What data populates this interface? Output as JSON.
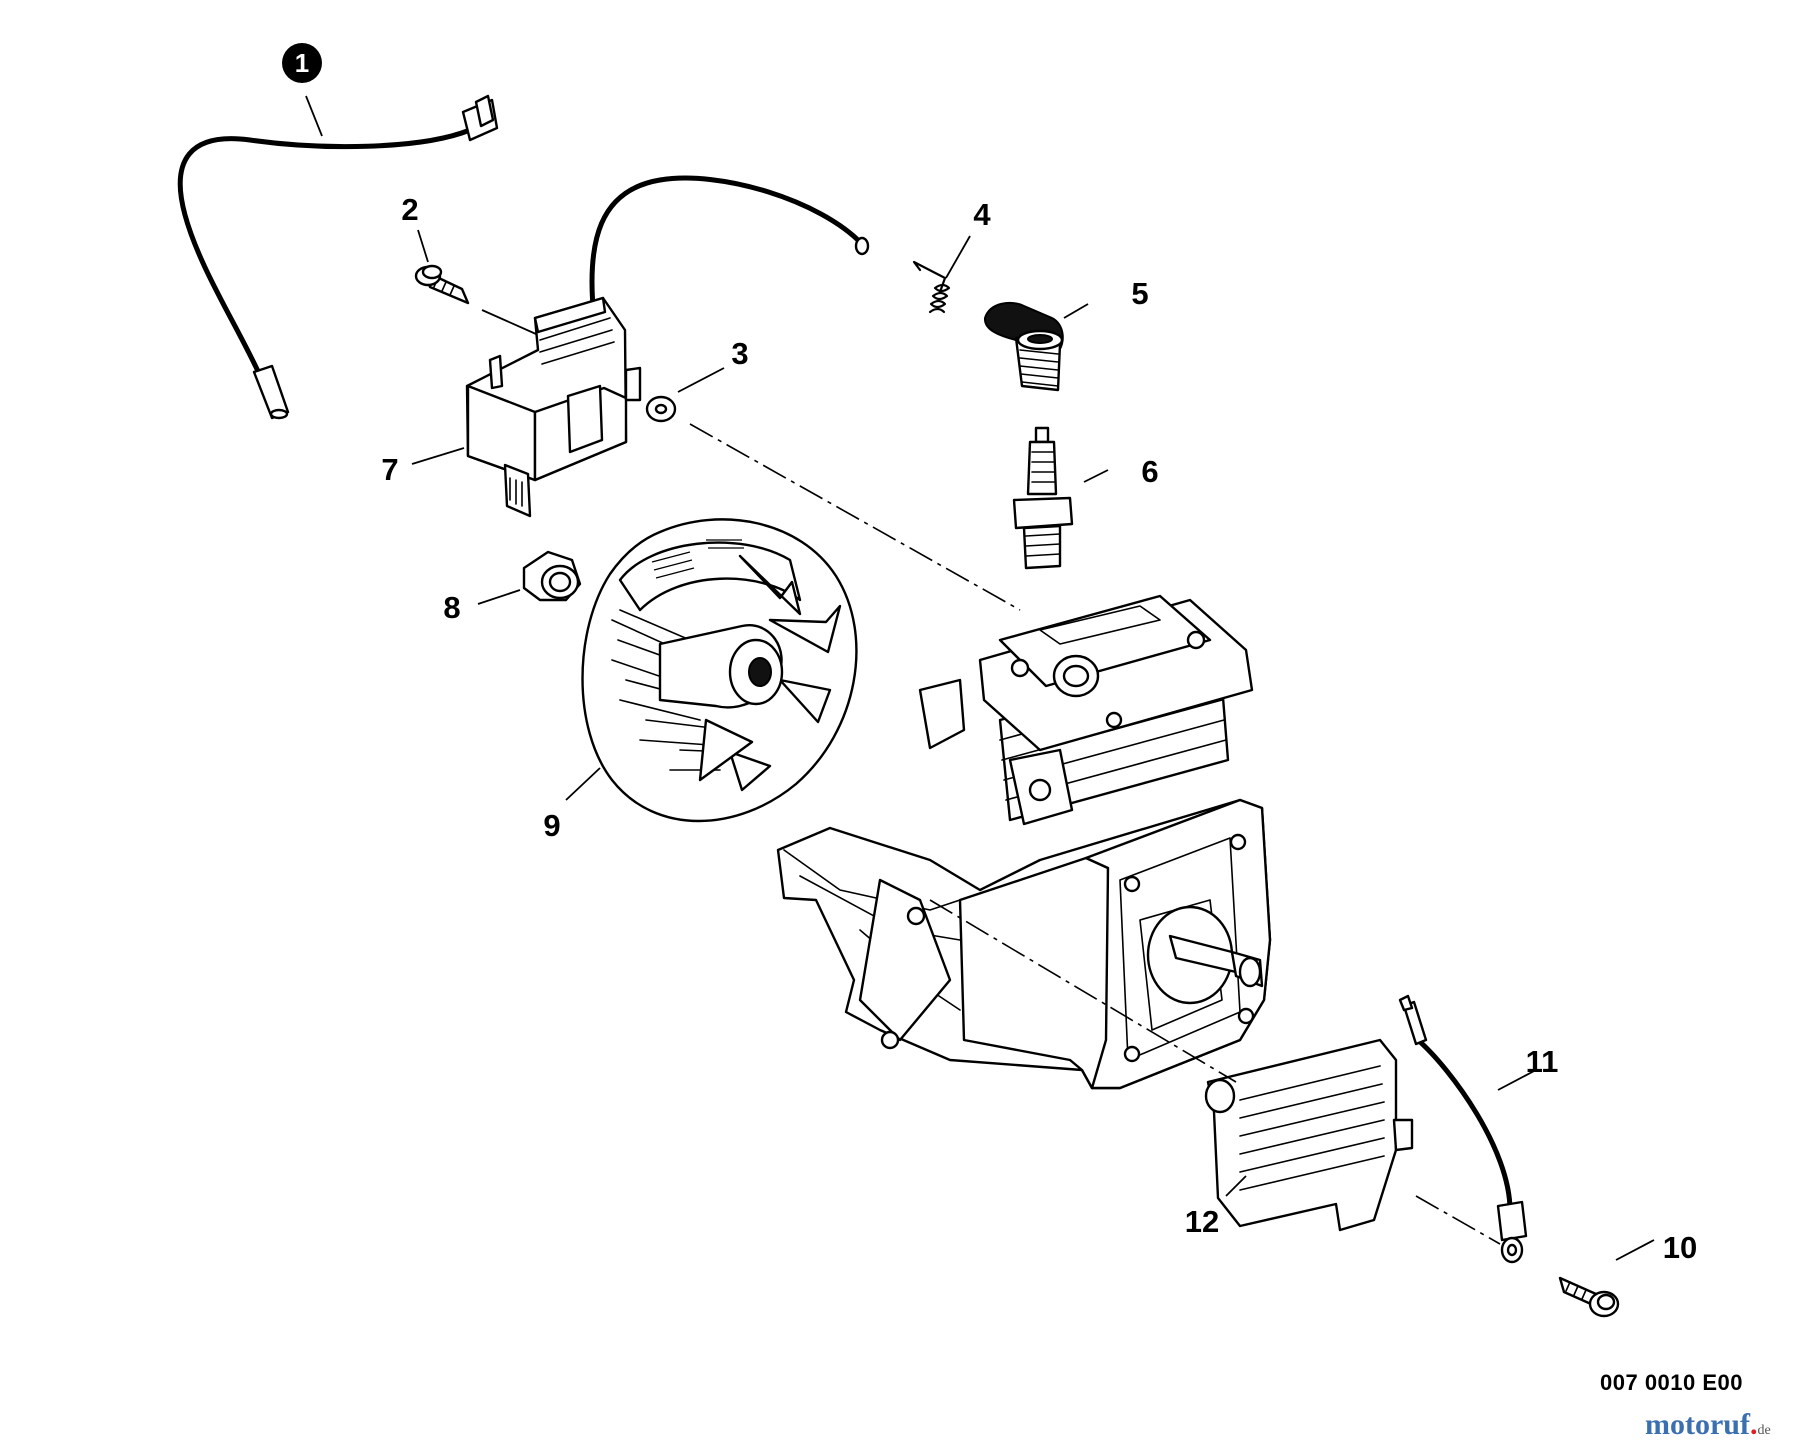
{
  "diagram": {
    "callouts": [
      "1",
      "2",
      "3",
      "4",
      "5",
      "6",
      "7",
      "8",
      "9",
      "10",
      "11",
      "12"
    ],
    "drawing_code": "007 0010 E00",
    "watermark": {
      "name": "motoruf",
      "tld": "de"
    }
  }
}
